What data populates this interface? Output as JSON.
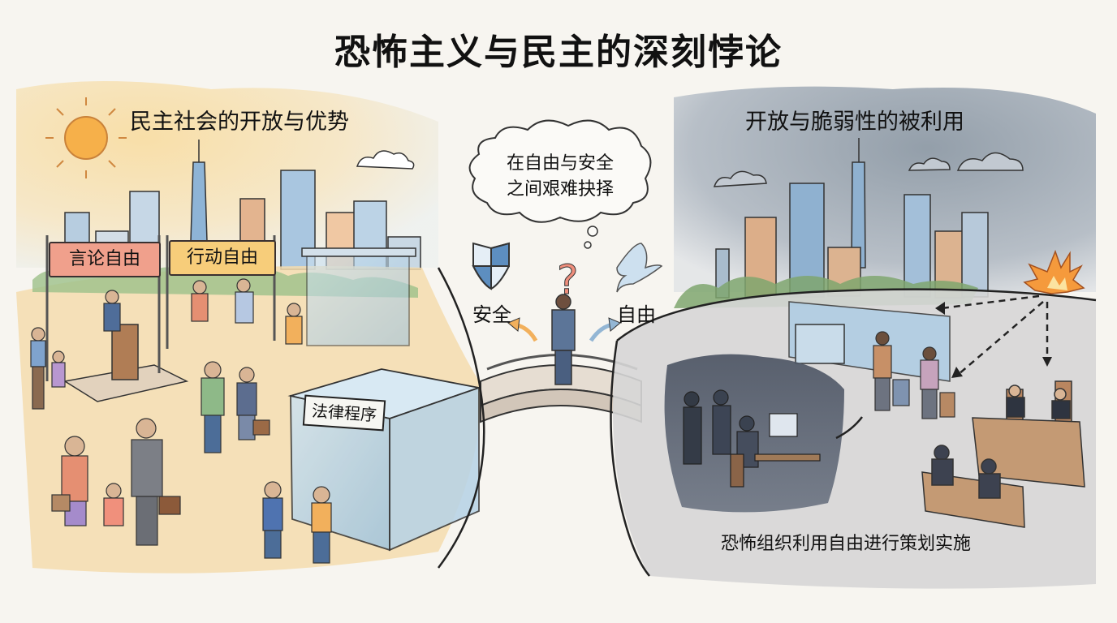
{
  "title": "恐怖主义与民主的深刻悖论",
  "left_panel": {
    "heading": "民主社会的开放与优势",
    "banners": [
      {
        "label": "言论自由",
        "color": "#f0a08c"
      },
      {
        "label": "行动自由",
        "color": "#f7cd7a"
      }
    ],
    "building_sign": "法律程序",
    "theme_colors": {
      "sky": "#f6e3b0",
      "ground": "#f4dcae",
      "sun": "#f6b04a"
    }
  },
  "center": {
    "thought_bubble": [
      "在自由与安全",
      "之间艰难抉择"
    ],
    "question_mark": "?",
    "left_choice": {
      "label": "安全",
      "icon": "shield-icon"
    },
    "right_choice": {
      "label": "自由",
      "icon": "dove-icon"
    },
    "figure": "person-on-bridge"
  },
  "right_panel": {
    "heading": "开放与脆弱性的被利用",
    "caption": "恐怖组织利用自由进行策划实施",
    "theme_colors": {
      "sky": "#9fa9b4",
      "ground": "#d9d9d9",
      "explosion": "#f59a3c"
    }
  }
}
